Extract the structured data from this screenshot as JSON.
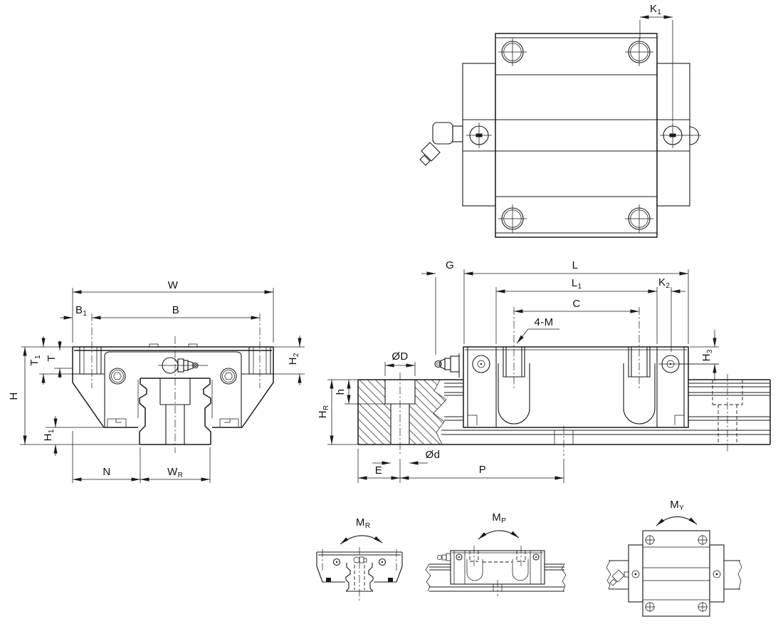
{
  "page": {
    "background": "#ffffff",
    "line_color": "#1a1a1a"
  },
  "views": {
    "top": {
      "name": "top-plan-view",
      "dims": {
        "K1": {
          "main": "K",
          "sub": "1"
        }
      }
    },
    "front": {
      "name": "front-section-view",
      "dims": {
        "W": {
          "main": "W",
          "sub": ""
        },
        "B1": {
          "main": "B",
          "sub": "1"
        },
        "B": {
          "main": "B",
          "sub": ""
        },
        "T1": {
          "main": "T",
          "sub": "1"
        },
        "T": {
          "main": "T",
          "sub": ""
        },
        "H": {
          "main": "H",
          "sub": ""
        },
        "H1": {
          "main": "H",
          "sub": "1"
        },
        "H2": {
          "main": "H",
          "sub": "2"
        },
        "N": {
          "main": "N",
          "sub": ""
        },
        "WR": {
          "main": "W",
          "sub": "R"
        }
      }
    },
    "side": {
      "name": "side-section-view",
      "dims": {
        "G": {
          "main": "G",
          "sub": ""
        },
        "L": {
          "main": "L",
          "sub": ""
        },
        "L1": {
          "main": "L",
          "sub": "1"
        },
        "C": {
          "main": "C",
          "sub": ""
        },
        "K2": {
          "main": "K",
          "sub": "2"
        },
        "M4": {
          "main": "4-M",
          "sub": ""
        },
        "OD": {
          "main": "ØD",
          "sub": ""
        },
        "h": {
          "main": "h",
          "sub": ""
        },
        "HR": {
          "main": "H",
          "sub": "R"
        },
        "Od": {
          "main": "Ød",
          "sub": ""
        },
        "E": {
          "main": "E",
          "sub": ""
        },
        "P": {
          "main": "P",
          "sub": ""
        },
        "H3": {
          "main": "H",
          "sub": "3"
        }
      }
    },
    "moments": {
      "MR": {
        "main": "M",
        "sub": "R"
      },
      "MP": {
        "main": "M",
        "sub": "P"
      },
      "MY": {
        "main": "M",
        "sub": "Y"
      }
    }
  }
}
